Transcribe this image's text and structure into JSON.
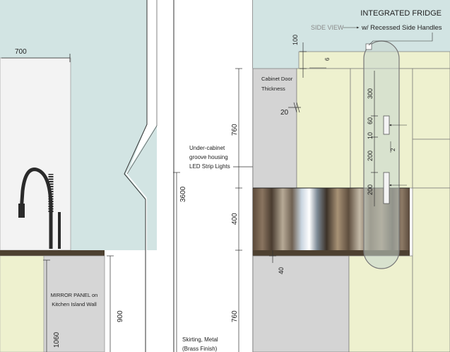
{
  "title": {
    "line1": "INTEGRATED FRIDGE",
    "side_view": "SIDE VIEW",
    "line2": "w/ Recessed Side Handles"
  },
  "annotations": {
    "cabinet_door_line1": "Cabinet Door",
    "cabinet_door_line2": "Thickness",
    "groove_line1": "Under-cabinet",
    "groove_line2": "groove housing",
    "groove_line3": "LED Strip Lights",
    "mirror_line1": "MIRROR PANEL on",
    "mirror_line2": "Kitchen Island Wall",
    "skirting_line1": "Skirting, Metal",
    "skirting_line2": "(Brass Finish)"
  },
  "dimensions": {
    "d700": "700",
    "d100": "100",
    "d6": "6",
    "d20": "20",
    "d760_upper": "760",
    "d3600": "3600",
    "d400": "400",
    "d40": "40",
    "d760_lower": "760",
    "d900": "900",
    "d1060": "1060",
    "d300": "300",
    "d60": "60",
    "d10": "10",
    "d200a": "200",
    "d2": "2",
    "d200b": "200"
  },
  "colors": {
    "wall_blue": "#d2e4e3",
    "cabinet_cream": "#eef1cf",
    "grey_panel": "#d4d4d4",
    "countertop": "#4d4030",
    "mirror": "#f3f3f3",
    "fridge_highlight": "#c7d5cd"
  }
}
